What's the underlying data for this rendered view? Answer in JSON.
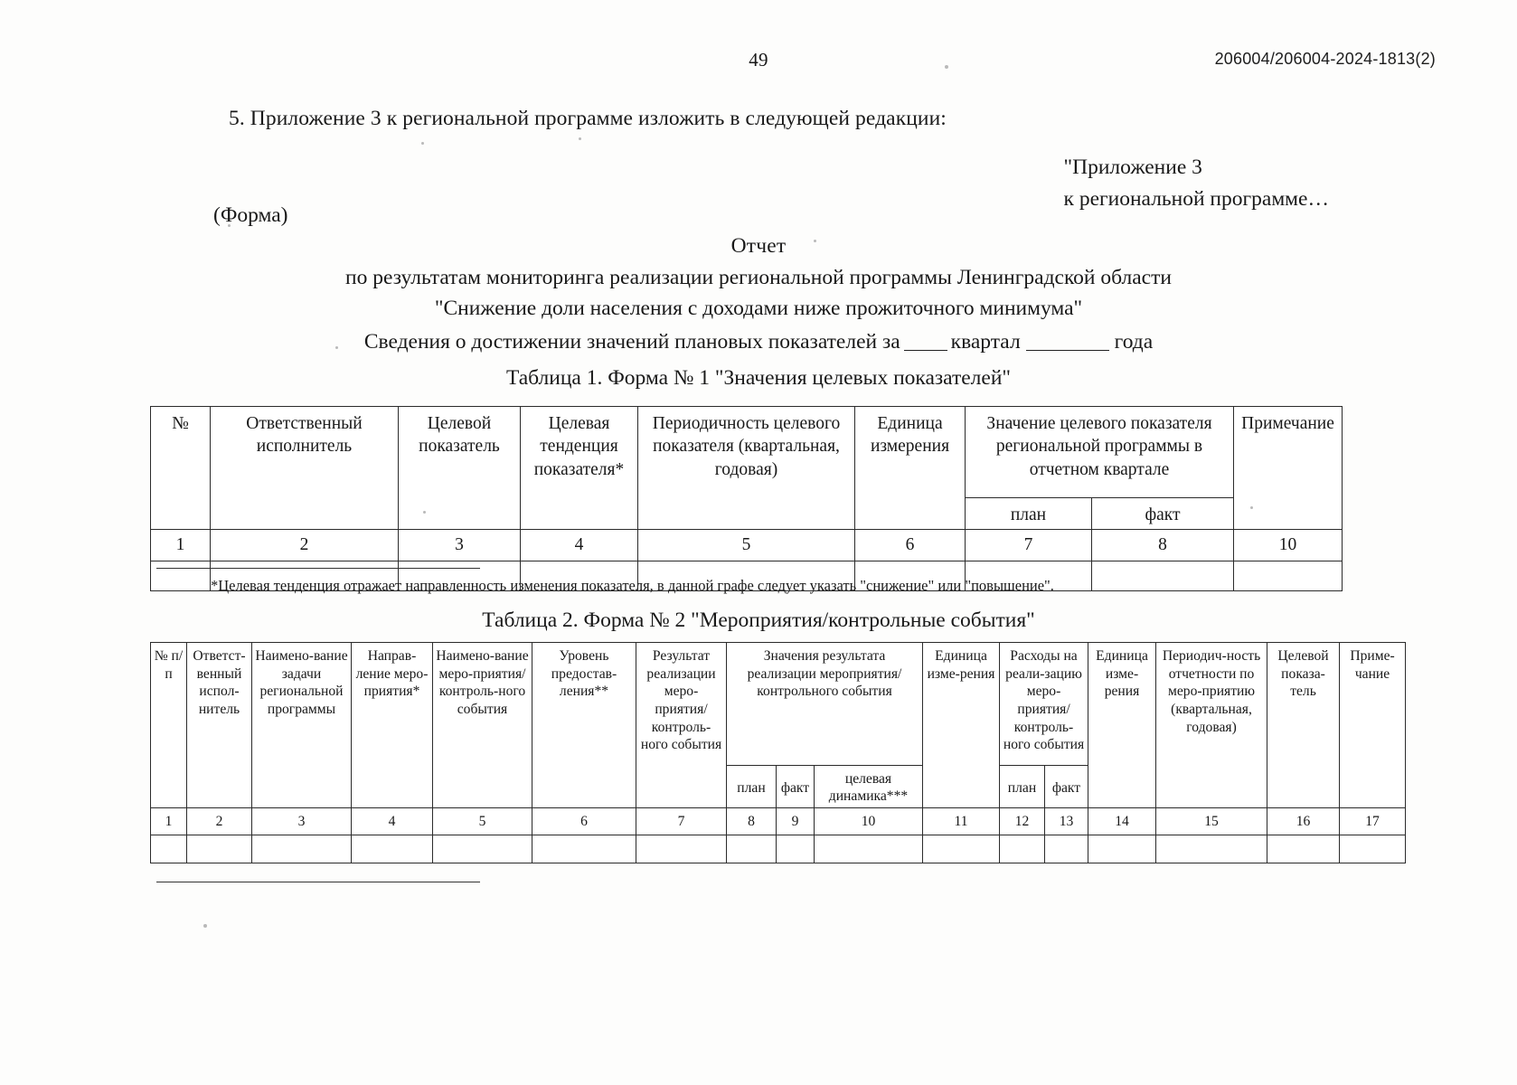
{
  "header": {
    "page_number": "49",
    "doc_code": "206004/206004-2024-1813(2)"
  },
  "body": {
    "lead": "5. Приложение 3 к региональной программе изложить в следующей редакции:",
    "annex_line1": "\"Приложение 3",
    "annex_line2": "к региональной программе…",
    "form_word": "(Форма)",
    "report_word": "Отчет",
    "report_line1": "по результатам мониторинга реализации региональной программы Ленинградской области",
    "report_line2": "\"Снижение доли населения с доходами ниже прожиточного минимума\"",
    "svedeniya_pre": "Сведения о достижении значений плановых показателей за",
    "svedeniya_mid": "квартал",
    "svedeniya_post": "года",
    "footnote1": "*Целевая тенденция отражает направленность изменения показателя, в данной графе следует указать \"снижение\" или \"повышение\"."
  },
  "table1": {
    "caption": "Таблица 1. Форма № 1 \"Значения целевых показателей\"",
    "headers": [
      "№",
      "Ответственный исполнитель",
      "Целевой показатель",
      "Целевая тенденция показателя*",
      "Периодичность целевого показателя (квартальная, годовая)",
      "Единица измерения",
      "Значение целевого показателя региональной программы в отчетном квартале",
      "Примечание"
    ],
    "subheaders": [
      "план",
      "факт"
    ],
    "numbers": [
      "1",
      "2",
      "3",
      "4",
      "5",
      "6",
      "7",
      "8",
      "10"
    ]
  },
  "table2": {
    "caption": "Таблица 2. Форма № 2 \"Мероприятия/контрольные события\"",
    "headers": [
      "№ п/п",
      "Ответст-венный испол-нитель",
      "Наимено-вание задачи региональной программы",
      "Направ-ление меро-приятия*",
      "Наимено-вание меро-приятия/ контроль-ного события",
      "Уровень предостав-ления**",
      "Результат реализации меро-приятия/ контроль-ного события",
      "Значения результата реализации мероприятия/ контрольного события",
      "Единица изме-рения",
      "Расходы на реали-зацию меро-приятия/ контроль-ного события",
      "Единица изме-рения",
      "Периодич-ность отчетности по меро-приятию (квартальная, годовая)",
      "Целевой показа-тель",
      "Приме-чание"
    ],
    "subheaders_result": [
      "план",
      "факт",
      "целевая динамика***"
    ],
    "subheaders_costs": [
      "план",
      "факт"
    ],
    "numbers": [
      "1",
      "2",
      "3",
      "4",
      "5",
      "6",
      "7",
      "8",
      "9",
      "10",
      "11",
      "12",
      "13",
      "14",
      "15",
      "16",
      "17"
    ]
  }
}
